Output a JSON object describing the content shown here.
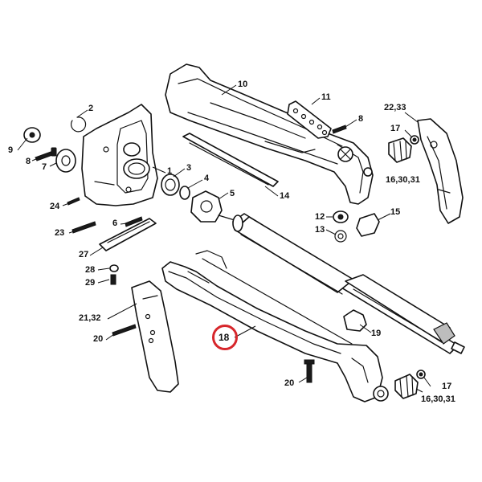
{
  "diagram": {
    "highlight_color": "#d7262b",
    "highlighted_label": "18",
    "labels": {
      "l1": "1",
      "l2": "2",
      "l3": "3",
      "l4": "4",
      "l5": "5",
      "l6": "6",
      "l7": "7",
      "l8a": "8",
      "l8b": "8",
      "l9": "9",
      "l10": "10",
      "l11": "11",
      "l12": "12",
      "l13": "13",
      "l14": "14",
      "l15": "15",
      "l17a": "17",
      "l17b": "17",
      "l18": "18",
      "l19": "19",
      "l20a": "20",
      "l20b": "20",
      "l21": "21,32",
      "l22": "22,33",
      "l23": "23",
      "l24": "24",
      "l27": "27",
      "l28": "28",
      "l29": "29",
      "l16a": "16,30,31",
      "l16b": "16,30,31"
    }
  }
}
